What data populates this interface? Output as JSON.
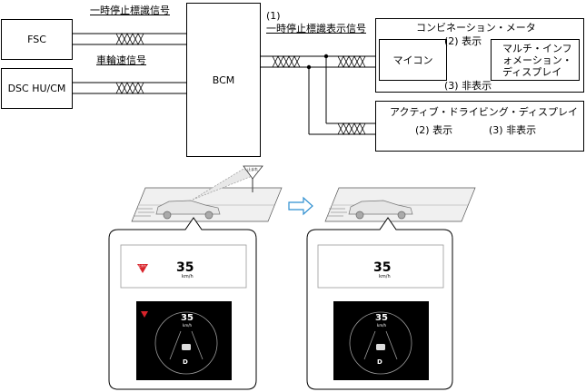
{
  "boxes": {
    "fsc": "FSC",
    "dsc": "DSC HU/CM",
    "bcm": "BCM",
    "combination_meter": "コンビネーション・メータ",
    "microcomputer": "マイコン",
    "multi_info_display": [
      "マルチ・インフ",
      "ォメーション・",
      "ディスプレイ"
    ],
    "active_driving_display": "アクティブ・ドライビング・ディスプレイ"
  },
  "signals": {
    "stop_sign_signal": "一時停止標識信号",
    "wheel_speed_signal": "車輪速信号",
    "step1_number": "(1)",
    "stop_sign_display_signal": "一時停止標識表示信号"
  },
  "steps": {
    "meter_show": "(2) 表示",
    "meter_hide": "(3) 非表示",
    "add_show": "(2) 表示",
    "add_hide": "(3) 非表示"
  },
  "road_sign_text": "止まれ",
  "left_panel": {
    "speed": "35",
    "unit": "km/h",
    "gear": "D",
    "sign_text": "止まれ"
  },
  "right_panel": {
    "speed": "35",
    "unit": "km/h",
    "gear": "D"
  },
  "colors": {
    "sign_red": "#d8232a",
    "arrow_blue": "#2f8fd0",
    "display_bg": "#000000"
  }
}
